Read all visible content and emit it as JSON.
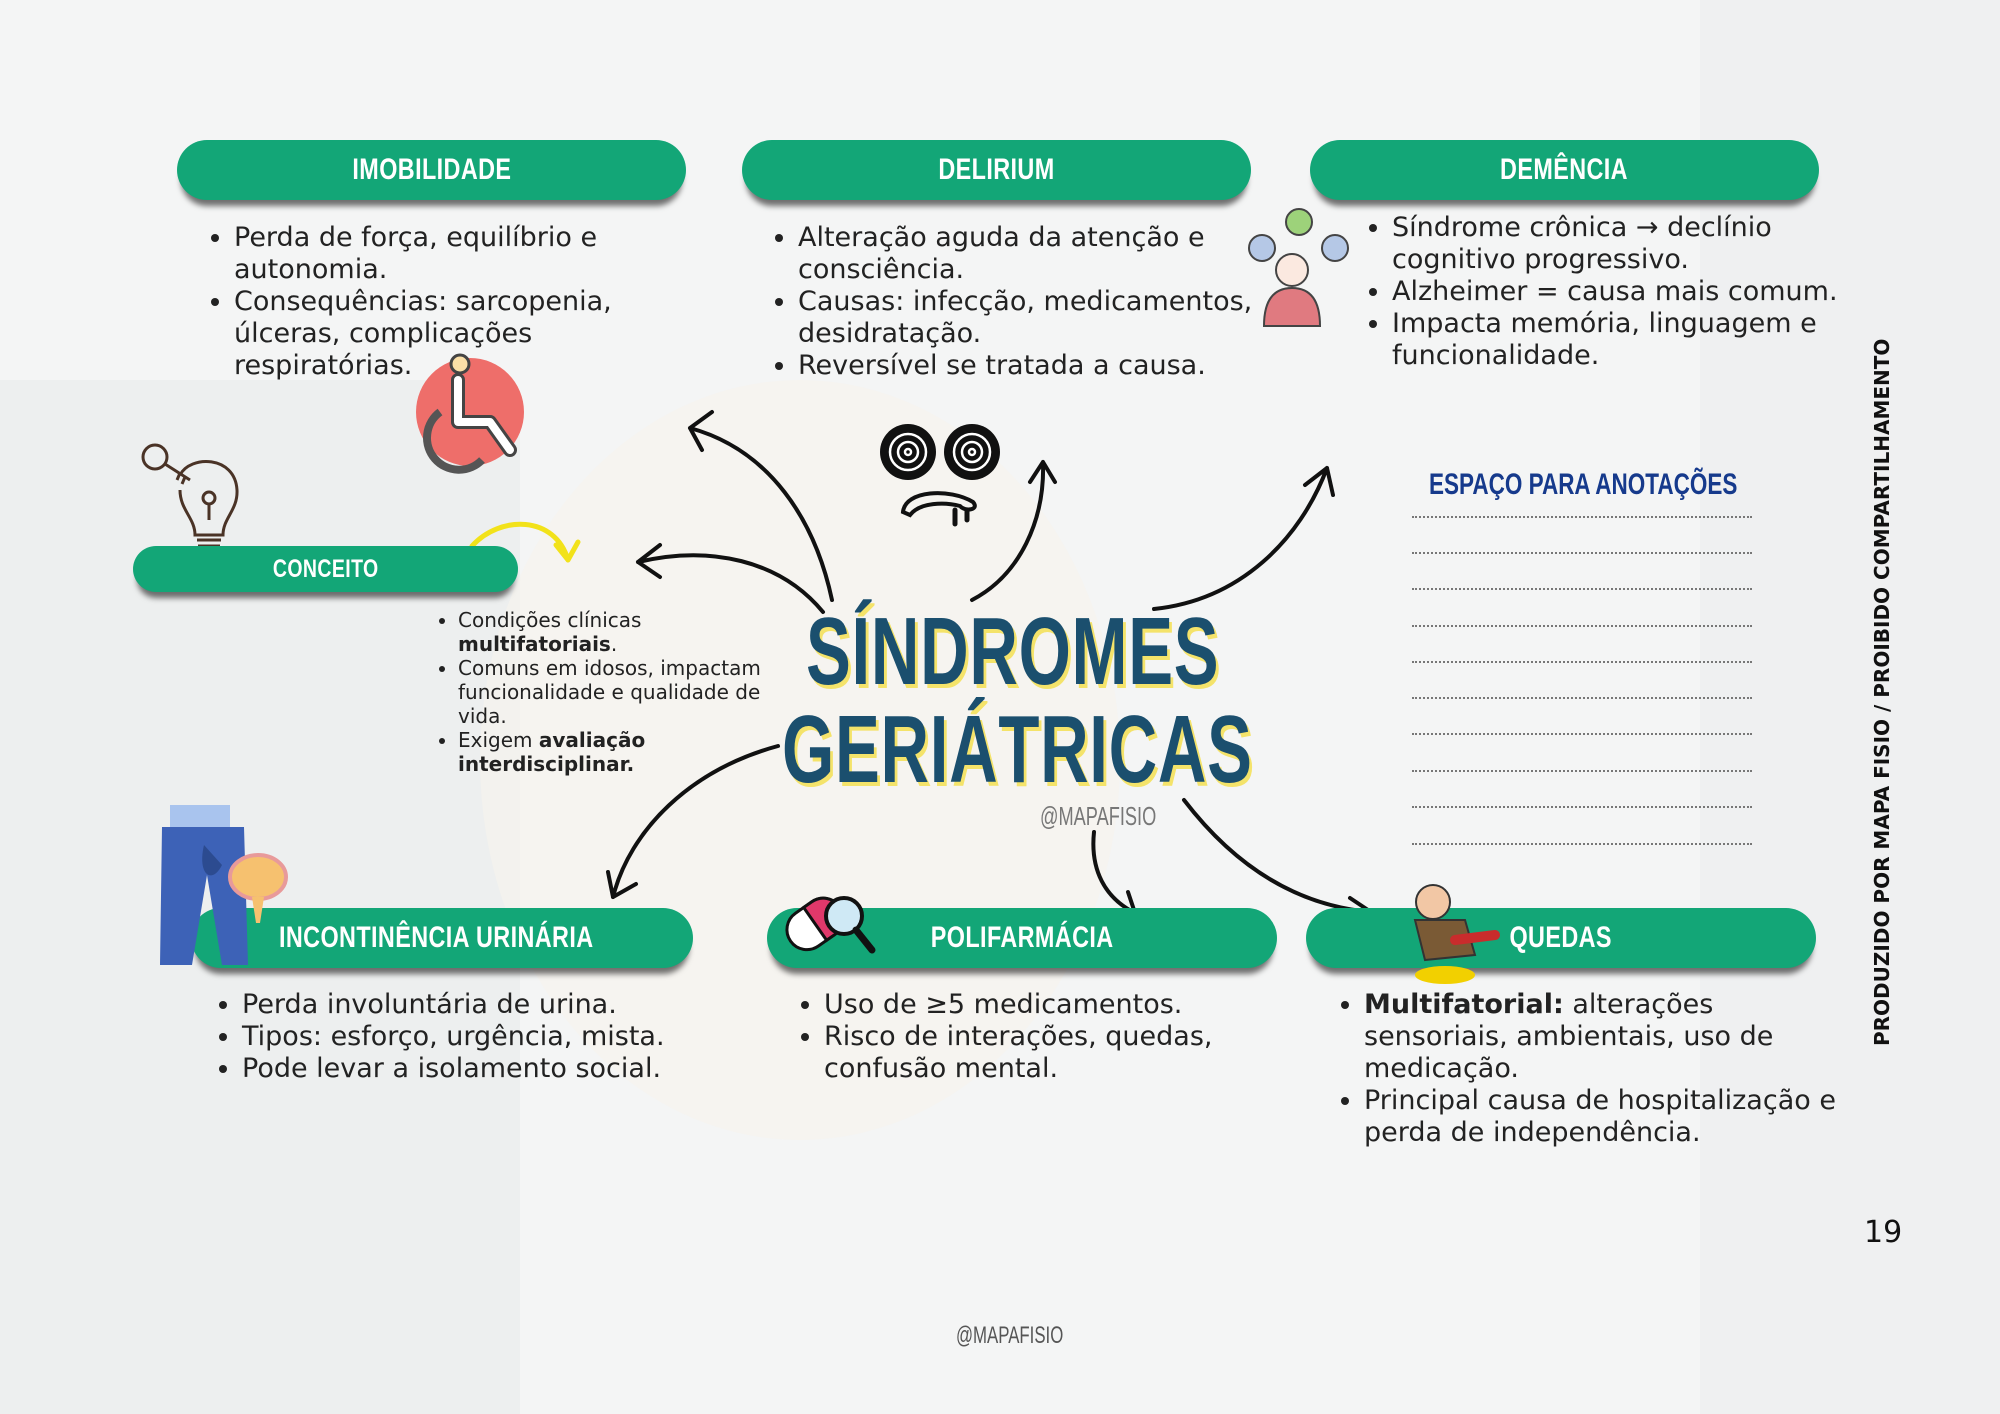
{
  "title": {
    "line1": "SÍNDROMES",
    "line2": "GERIÁTRICAS",
    "handle": "@MAPAFISIO"
  },
  "sections": {
    "imobilidade": {
      "label": "IMOBILIDADE",
      "items": [
        "Perda de força, equilíbrio e autonomia.",
        "Consequências: sarcopenia, úlceras, complicações respiratórias."
      ]
    },
    "delirium": {
      "label": "DELIRIUM",
      "items": [
        "Alteração aguda da atenção e consciência.",
        "Causas: infecção, medicamentos, desidratação.",
        "Reversível se tratada a causa."
      ]
    },
    "demencia": {
      "label": "DEMÊNCIA",
      "items": [
        "Síndrome crônica → declínio cognitivo progressivo.",
        "Alzheimer = causa mais comum.",
        "Impacta memória, linguagem e funcionalidade."
      ]
    },
    "conceito": {
      "label": "CONCEITO",
      "items": [
        {
          "text": "Condições clínicas ",
          "bold": "multifatoriais",
          "after": "."
        },
        {
          "text": "Comuns em idosos, impactam funcionalidade e qualidade de vida.",
          "bold": "",
          "after": ""
        },
        {
          "text": "Exigem ",
          "bold": "avaliação interdisciplinar.",
          "after": ""
        }
      ]
    },
    "incontinencia": {
      "label": "INCONTINÊNCIA URINÁRIA",
      "items": [
        "Perda involuntária de urina.",
        "Tipos: esforço, urgência, mista.",
        "Pode levar a isolamento social."
      ]
    },
    "polifarmacia": {
      "label": "POLIFARMÁCIA",
      "items": [
        "Uso de ≥5 medicamentos.",
        "Risco de interações, quedas, confusão mental."
      ]
    },
    "quedas": {
      "label": "QUEDAS",
      "items": [
        {
          "bold": "Multifatorial:",
          "text": " alterações sensoriais, ambientais, uso de medicação."
        },
        {
          "bold": "",
          "text": "Principal causa de hospitalização e perda de independência."
        }
      ]
    }
  },
  "notes": {
    "title": "ESPAÇO PARA ANOTAÇÕES"
  },
  "side_notice": "PRODUZIDO POR MAPA FISIO / PROIBIDO COMPARTILHAMENTO",
  "page_number": "19",
  "footer_handle": "@MAPAFISIO",
  "colors": {
    "pill": "#13a677",
    "title": "#1b4f6e",
    "title_shadow": "#f4e36a",
    "notes_title": "#163a8c"
  }
}
